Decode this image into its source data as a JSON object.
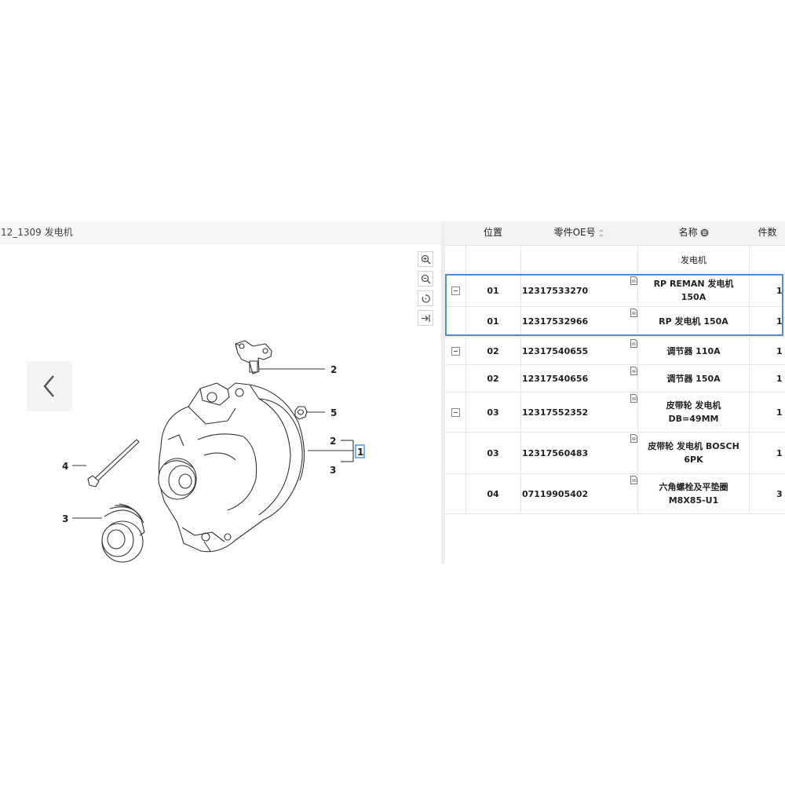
{
  "diagram": {
    "title": "12_1309 发电机",
    "callouts": [
      "2",
      "5",
      "2",
      "1",
      "3",
      "4",
      "3"
    ]
  },
  "tools": [
    "zoom-in-icon",
    "zoom-out-icon",
    "rotate-icon",
    "expand-icon"
  ],
  "table": {
    "headers": {
      "pos": "位置",
      "oe": "零件OE号",
      "name": "名称",
      "qty": "件数"
    },
    "group_label": "发电机",
    "rows": [
      {
        "pos": "01",
        "oe": "12317533270",
        "name": "RP REMAN 发电机 150A",
        "qty": "1"
      },
      {
        "pos": "01",
        "oe": "12317532966",
        "name": "RP 发电机 150A",
        "qty": "1"
      },
      {
        "pos": "02",
        "oe": "12317540655",
        "name": "调节器 110A",
        "qty": "1"
      },
      {
        "pos": "02",
        "oe": "12317540656",
        "name": "调节器 150A",
        "qty": "1"
      },
      {
        "pos": "03",
        "oe": "12317552352",
        "name": "皮带轮 发电机 DB=49MM",
        "qty": "1"
      },
      {
        "pos": "03",
        "oe": "12317560483",
        "name": "皮带轮 发电机 BOSCH 6PK",
        "qty": "1"
      },
      {
        "pos": "04",
        "oe": "07119905402",
        "name": "六角螺栓及平垫圈 M8X85-U1",
        "qty": "3"
      }
    ]
  },
  "colors": {
    "accent": "#4a90d9",
    "header_bg": "#f3f3f3",
    "divider": "#eeeeee"
  }
}
